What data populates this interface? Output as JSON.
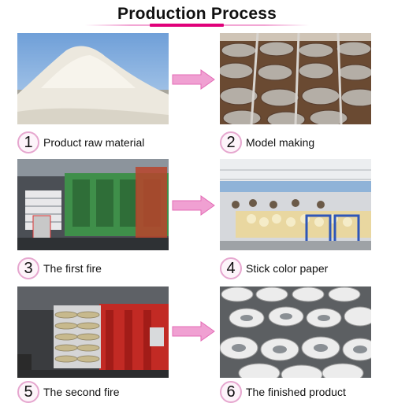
{
  "title": "Production Process",
  "accent_color": "#e0007a",
  "arrow_color": "#f0a0d2",
  "steps": [
    {
      "num": "1",
      "label": "Product raw material",
      "image": "white-clay-pile"
    },
    {
      "num": "2",
      "label": "Model making",
      "image": "plate-molds-on-racks"
    },
    {
      "num": "3",
      "label": "The first fire",
      "image": "kiln-with-plate-carts"
    },
    {
      "num": "4",
      "label": "Stick color paper",
      "image": "factory-workers-at-tables"
    },
    {
      "num": "5",
      "label": "The second fire",
      "image": "red-kiln-with-cart"
    },
    {
      "num": "6",
      "label": "The finished product",
      "image": "stacked-plates"
    }
  ]
}
